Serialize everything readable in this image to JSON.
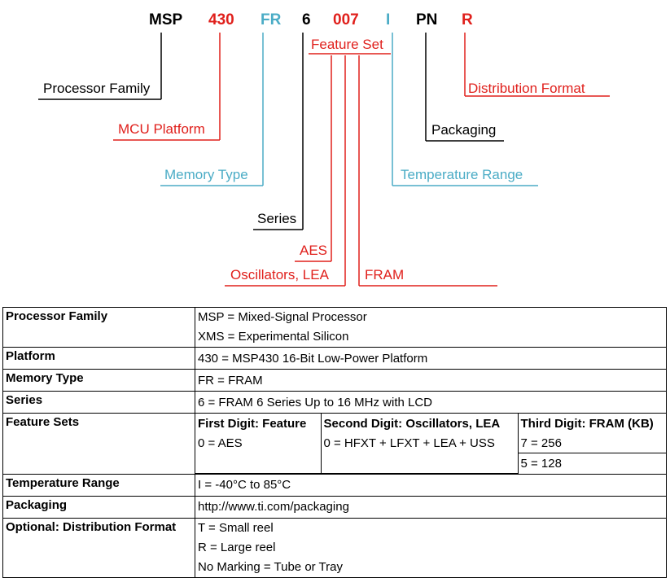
{
  "colors": {
    "black": "#000000",
    "red": "#e0201c",
    "teal": "#4bacc6"
  },
  "part_number": {
    "segments": [
      {
        "text": "MSP",
        "color": "black"
      },
      {
        "text": "430",
        "color": "red"
      },
      {
        "text": "FR",
        "color": "teal"
      },
      {
        "text": "6",
        "color": "black"
      },
      {
        "text": "007",
        "color": "red"
      },
      {
        "text": "I",
        "color": "teal"
      },
      {
        "text": "PN",
        "color": "black"
      },
      {
        "text": "R",
        "color": "red"
      }
    ]
  },
  "labels": {
    "feature_set": "Feature Set",
    "processor_family": "Processor Family",
    "mcu_platform": "MCU Platform",
    "memory_type": "Memory Type",
    "series": "Series",
    "aes": "AES",
    "oscillators_lea": "Oscillators, LEA",
    "fram": "FRAM",
    "distribution_format": "Distribution Format",
    "packaging": "Packaging",
    "temperature_range": "Temperature Range"
  },
  "table": {
    "processor_family": {
      "key": "Processor Family",
      "values": [
        "MSP = Mixed-Signal Processor",
        "XMS = Experimental Silicon"
      ]
    },
    "platform": {
      "key": "Platform",
      "value": "430 = MSP430 16-Bit Low-Power Platform"
    },
    "memory_type": {
      "key": "Memory Type",
      "value": "FR = FRAM"
    },
    "series": {
      "key": "Series",
      "value": "6 = FRAM 6 Series Up to 16 MHz with LCD"
    },
    "feature_sets": {
      "key": "Feature Sets",
      "first_header": "First Digit: Feature",
      "first_values": [
        "0 = AES"
      ],
      "second_header": "Second Digit: Oscillators, LEA",
      "second_values": [
        "0 = HFXT + LFXT + LEA + USS"
      ],
      "third_header": "Third Digit: FRAM (KB)",
      "third_values": [
        "7 = 256",
        "5 = 128"
      ]
    },
    "temperature_range": {
      "key": "Temperature Range",
      "value": "I = -40°C to 85°C"
    },
    "packaging": {
      "key": "Packaging",
      "value": "http://www.ti.com/packaging"
    },
    "distribution_format": {
      "key": "Optional: Distribution Format",
      "values": [
        "T = Small reel",
        "R = Large reel",
        "No Marking = Tube or Tray"
      ]
    }
  }
}
